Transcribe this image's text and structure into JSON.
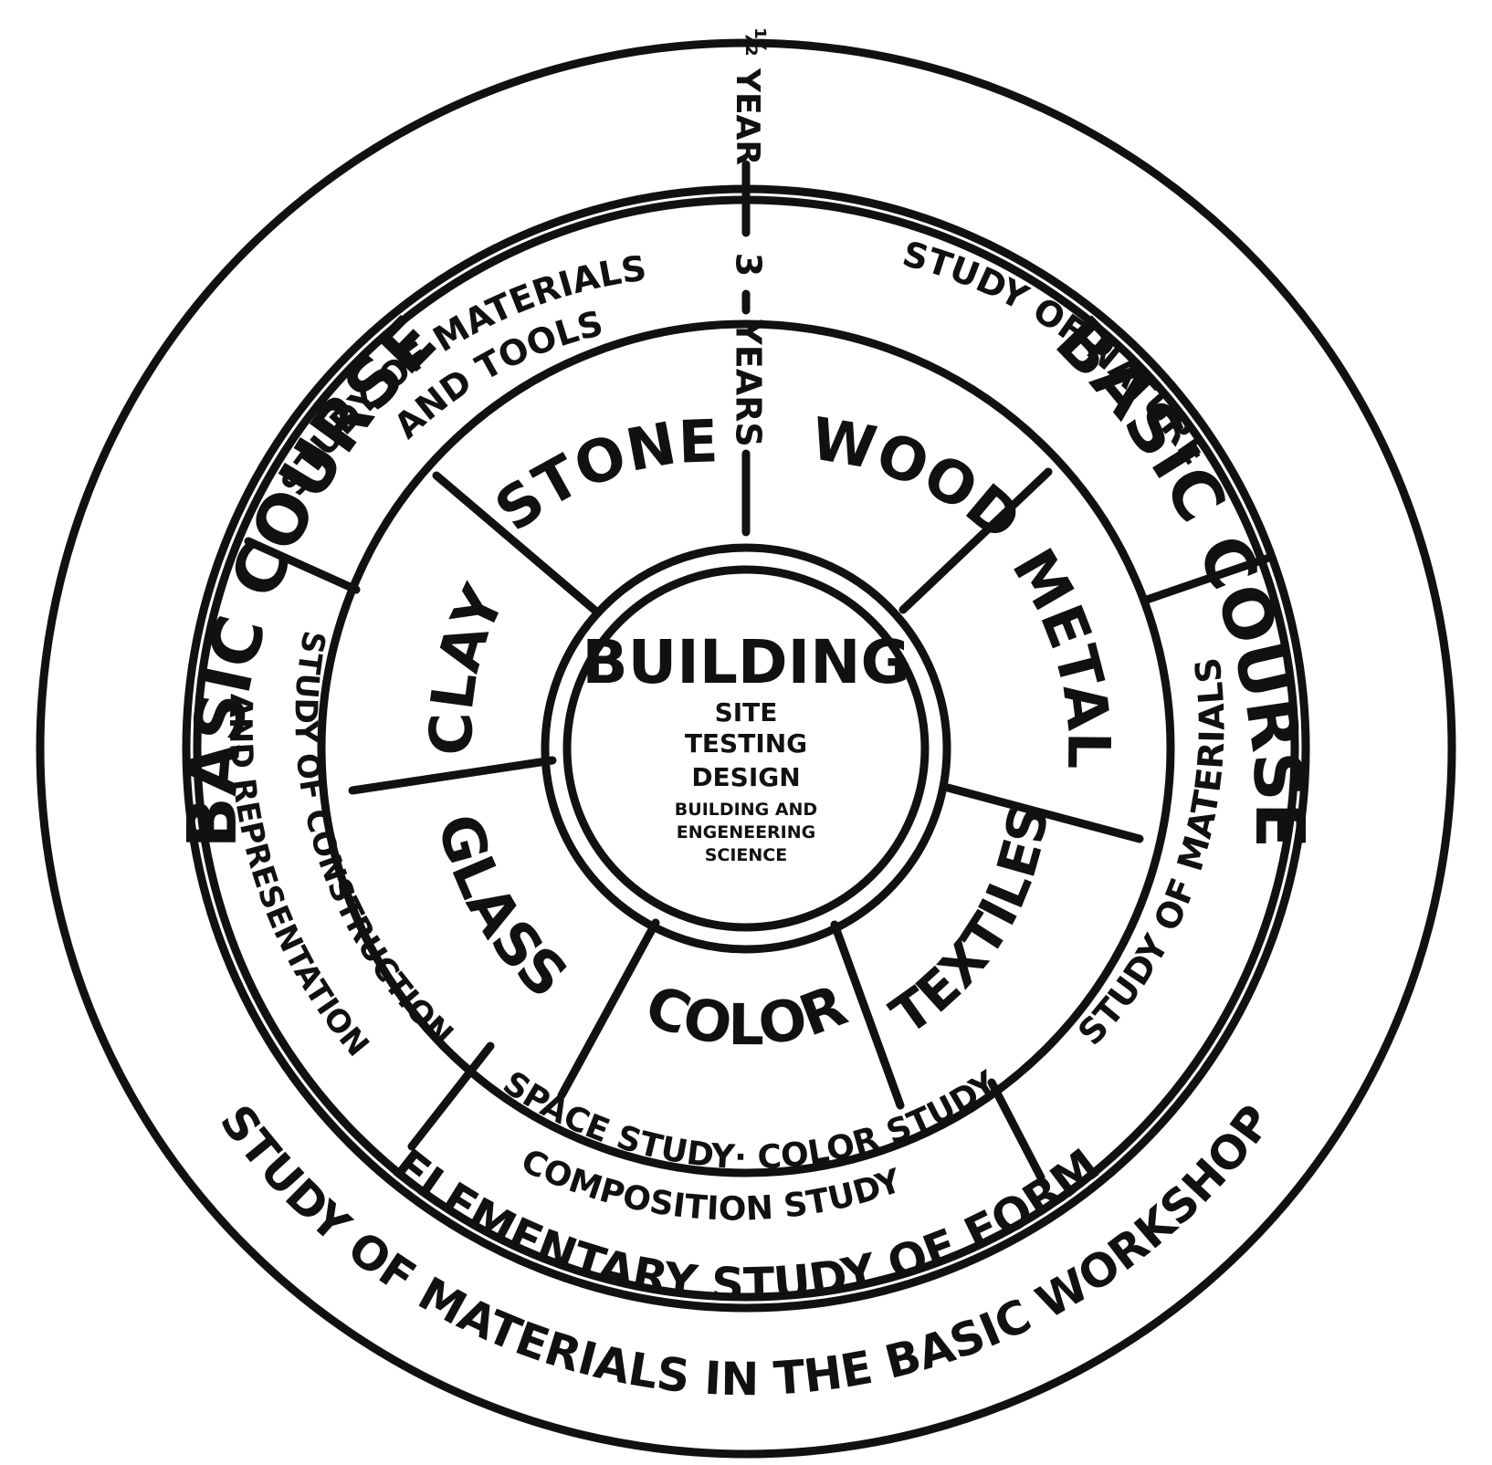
{
  "colors": {
    "ink": "#111111",
    "paper": "#ffffff"
  },
  "outer_ring": {
    "left": "BASIC COURSE",
    "right": "BASIC COURSE",
    "bottom_line1": "ELEMENTARY STUDY OF FORM",
    "bottom_line2": "STUDY OF MATERIALS IN THE BASIC WORKSHOP"
  },
  "duration": {
    "half": "½",
    "half_year": "YEAR",
    "three": "3",
    "three_years": "YEARS"
  },
  "study_ring": {
    "top_left_line1": "STUDY OF MATERIALS",
    "top_left_line2": "AND TOOLS",
    "left_line1": "STUDY OF CONSTRUCTION",
    "left_line2": "AND REPRESENTATION",
    "bottom_line1": "SPACE STUDY· COLOR STUDY",
    "bottom_line2": "COMPOSITION STUDY",
    "top_right": "STUDY OF NATURE",
    "right": "STUDY OF MATERIALS"
  },
  "workshops": {
    "stone": "STONE",
    "wood": "WOOD",
    "metal": "METAL",
    "textiles": "TEXTILES",
    "color": "COLOR",
    "glass": "GLASS",
    "clay": "CLAY"
  },
  "center": {
    "title": "BUILDING",
    "line1": "SITE",
    "line2": "TESTING",
    "line3": "DESIGN",
    "line4": "BUILDING AND",
    "line5": "ENGENEERING",
    "line6": "SCIENCE"
  }
}
